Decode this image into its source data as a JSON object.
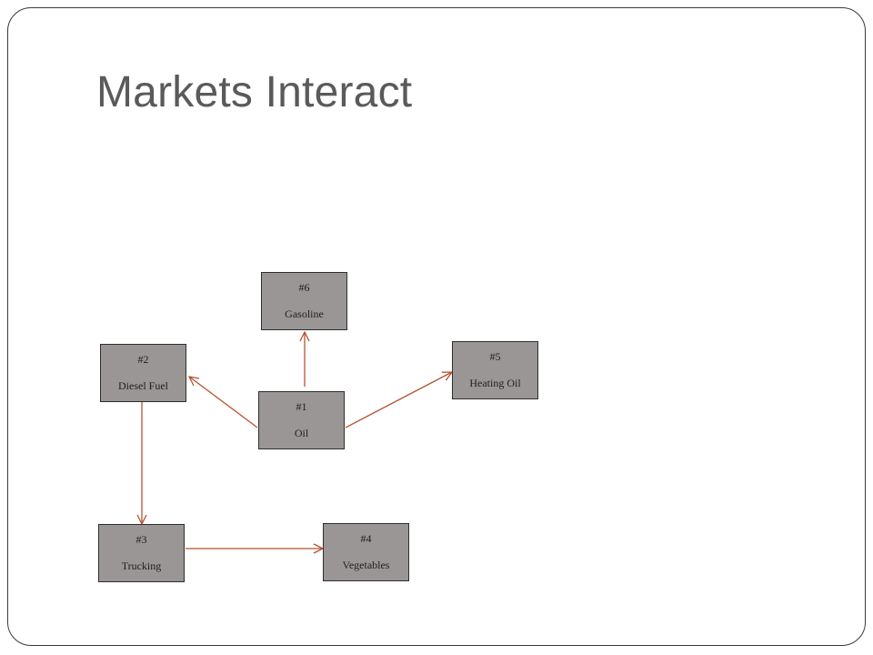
{
  "slide": {
    "title": "Markets Interact"
  },
  "diagram": {
    "nodes": [
      {
        "id": "1",
        "number": "#1",
        "label": "Oil"
      },
      {
        "id": "2",
        "number": "#2",
        "label": "Diesel Fuel"
      },
      {
        "id": "3",
        "number": "#3",
        "label": "Trucking"
      },
      {
        "id": "4",
        "number": "#4",
        "label": "Vegetables"
      },
      {
        "id": "5",
        "number": "#5",
        "label": "Heating Oil"
      },
      {
        "id": "6",
        "number": "#6",
        "label": "Gasoline"
      }
    ],
    "edges": [
      {
        "from": "1",
        "to": "6"
      },
      {
        "from": "1",
        "to": "2"
      },
      {
        "from": "1",
        "to": "5"
      },
      {
        "from": "2",
        "to": "3"
      },
      {
        "from": "3",
        "to": "4"
      }
    ],
    "edge_color": "#b5532f",
    "node_fill": "#9a9696"
  }
}
